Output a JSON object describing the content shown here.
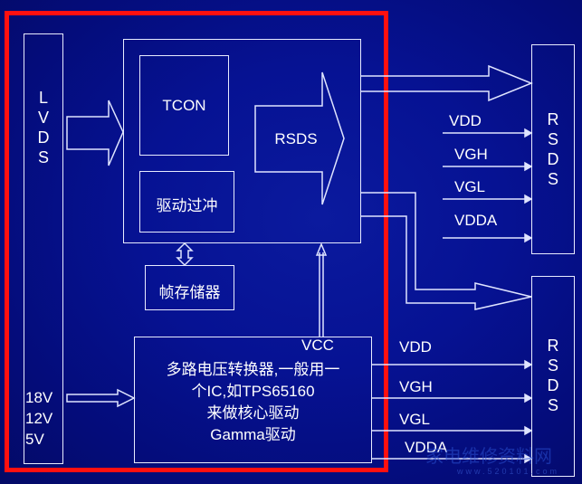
{
  "diagram": {
    "title": "LCD panel driver block diagram",
    "lvds_bar": {
      "label_letters": [
        "L",
        "V",
        "D",
        "S"
      ],
      "voltages": [
        "18V",
        "12V",
        "5V"
      ]
    },
    "tcon_module": {
      "tcon_label": "TCON",
      "overdrive_label": "驱动过冲",
      "rsds_arrow_label": "RSDS"
    },
    "frame_memory_label": "帧存储器",
    "power_converter": {
      "vcc_label": "VCC",
      "lines": [
        "多路电压转换器,一般用一",
        "个IC,如TPS65160",
        "来做核心驱动",
        "Gamma驱动"
      ]
    },
    "rsds_blocks": [
      {
        "letters": [
          "R",
          "S",
          "D",
          "S"
        ],
        "rails": [
          "VDD",
          "VGH",
          "VGL",
          "VDDA"
        ]
      },
      {
        "letters": [
          "R",
          "S",
          "D",
          "S"
        ],
        "rails": [
          "VDD",
          "VGH",
          "VGL",
          "VDDA"
        ]
      }
    ],
    "watermark": {
      "text": "家电维修资料网",
      "url": "www.520101.com"
    },
    "colors": {
      "background": "#061293",
      "line": "#e8ecff",
      "highlight": "#ff1010"
    }
  }
}
